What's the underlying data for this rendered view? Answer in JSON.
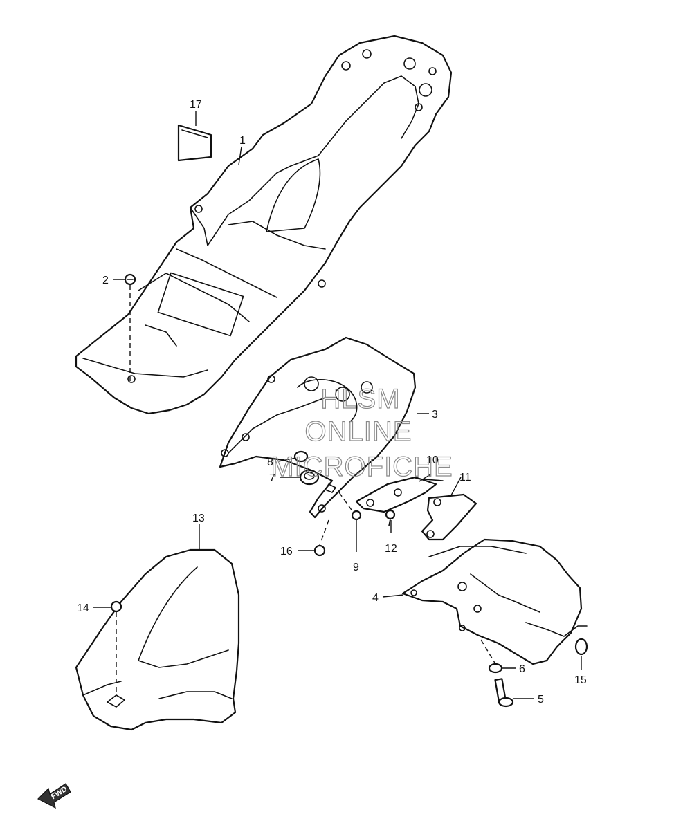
{
  "watermark": {
    "lines": [
      "HLSM",
      "ONLINE",
      "MICROFICHE"
    ]
  },
  "direction_marker": {
    "label": "FWD"
  },
  "callouts": {
    "c1": "1",
    "c2": "2",
    "c3": "3",
    "c4": "4",
    "c5": "5",
    "c6": "6",
    "c7": "7",
    "c8": "8",
    "c9": "9",
    "c10": "10",
    "c11": "11",
    "c12": "12",
    "c13": "13",
    "c14": "14",
    "c15": "15",
    "c16": "16",
    "c17": "17"
  }
}
